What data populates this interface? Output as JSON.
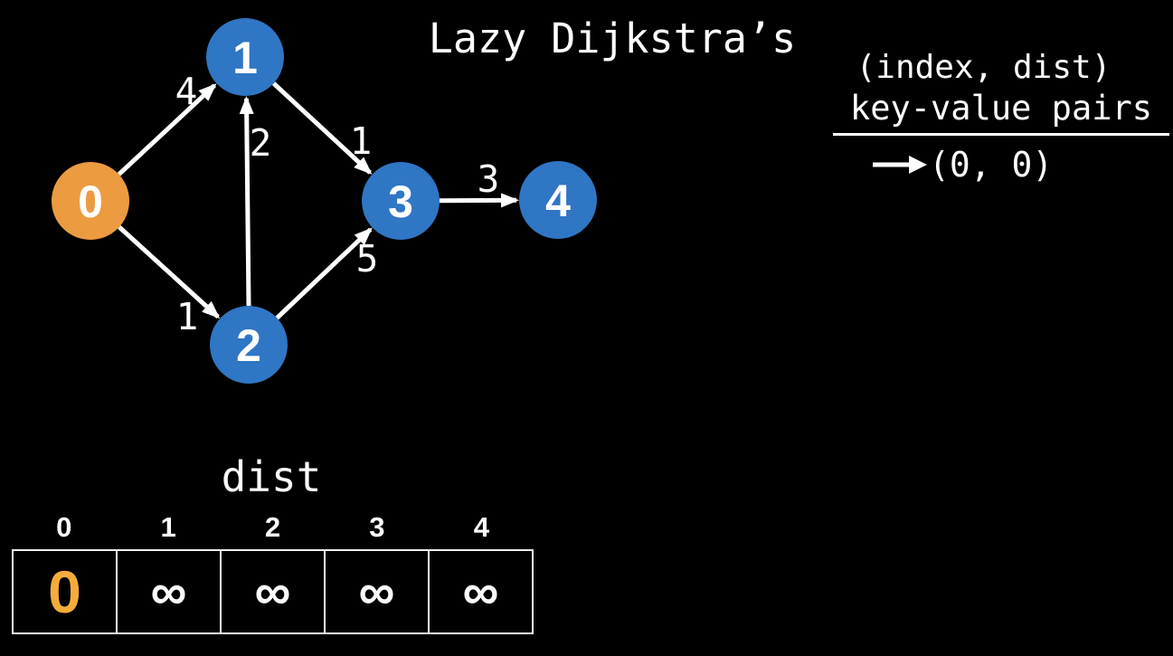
{
  "title": "Lazy Dijkstra’s",
  "colors": {
    "background": "#000000",
    "node_blue": "#2f76c4",
    "node_start_orange": "#ec9b40",
    "dist_highlight_gold": "#f4ad3d",
    "edge_white": "#ffffff"
  },
  "graph": {
    "nodes": [
      {
        "label": "0",
        "state": "start"
      },
      {
        "label": "1",
        "state": "unvisited"
      },
      {
        "label": "2",
        "state": "unvisited"
      },
      {
        "label": "3",
        "state": "unvisited"
      },
      {
        "label": "4",
        "state": "unvisited"
      }
    ],
    "edges": [
      {
        "from": "0",
        "to": "1",
        "weight": "4"
      },
      {
        "from": "0",
        "to": "2",
        "weight": "1"
      },
      {
        "from": "2",
        "to": "1",
        "weight": "2"
      },
      {
        "from": "1",
        "to": "3",
        "weight": "1"
      },
      {
        "from": "2",
        "to": "3",
        "weight": "5"
      },
      {
        "from": "3",
        "to": "4",
        "weight": "3"
      }
    ]
  },
  "priority_queue": {
    "heading_line1": "(index, dist)",
    "heading_line2": "key-value pairs",
    "entries": [
      "(0, 0)"
    ]
  },
  "dist_table": {
    "label": "dist",
    "indices": [
      "0",
      "1",
      "2",
      "3",
      "4"
    ],
    "values": [
      "0",
      "∞",
      "∞",
      "∞",
      "∞"
    ],
    "highlight_index": 0
  }
}
